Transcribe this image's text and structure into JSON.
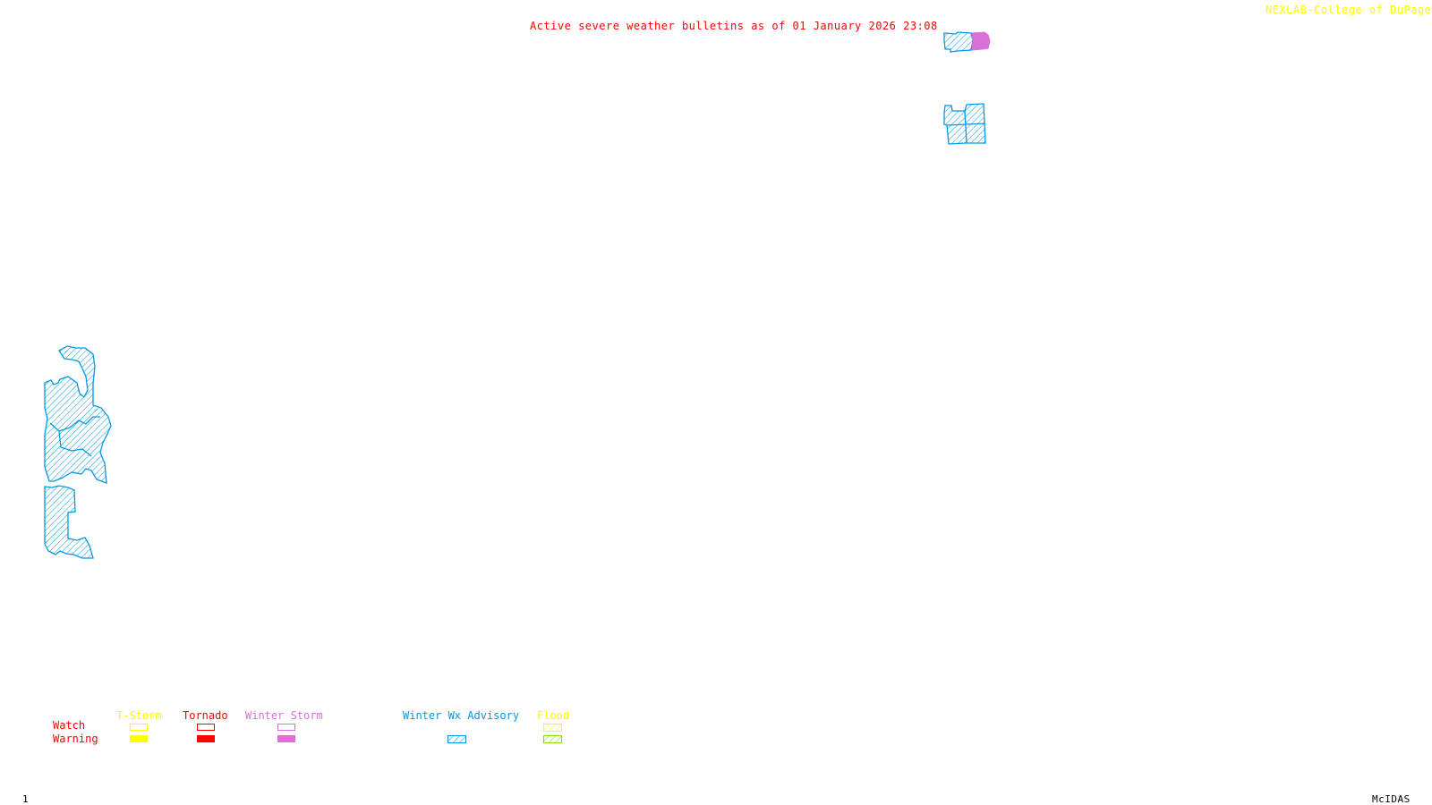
{
  "header": {
    "title": "Active severe weather bulletins as of 01 January 2026 23:08",
    "credit": "NEXLAB-College of DuPage",
    "credit_icon": "nexlab-logo-icon"
  },
  "footer": {
    "frame_number": "1",
    "software": "McIDAS"
  },
  "legend": {
    "row_labels": {
      "watch": "Watch",
      "warning": "Warning"
    },
    "categories": [
      {
        "name": "T-Storm",
        "color": "#ffff00",
        "watch": "outline",
        "warning": "solid"
      },
      {
        "name": "Tornado",
        "color": "#ff0000",
        "watch": "outline",
        "warning": "solid"
      },
      {
        "name": "Winter Storm",
        "color": "#da70d6",
        "watch": "outline",
        "warning": "solid"
      },
      {
        "name": "Winter Wx Advisory",
        "color": "#0099e6",
        "warning": "hatched"
      },
      {
        "name": "Flood",
        "color": "#ffff00",
        "warning_color": "#88dd00",
        "watch": "hatched",
        "warning": "hatched"
      }
    ],
    "row_label_color": "#ff0000"
  },
  "map": {
    "regions": [
      {
        "name": "winter-wx-advisory-northeast-north",
        "type": "Winter Wx Advisory",
        "color": "#0099e6"
      },
      {
        "name": "winter-storm-warning-northeast",
        "type": "Winter Storm Warning",
        "color": "#da70d6"
      },
      {
        "name": "winter-wx-advisory-northeast-south",
        "type": "Winter Wx Advisory",
        "color": "#0099e6"
      },
      {
        "name": "winter-wx-advisory-west-north",
        "type": "Winter Wx Advisory",
        "color": "#0099e6"
      },
      {
        "name": "winter-wx-advisory-west-south",
        "type": "Winter Wx Advisory",
        "color": "#0099e6"
      }
    ]
  }
}
